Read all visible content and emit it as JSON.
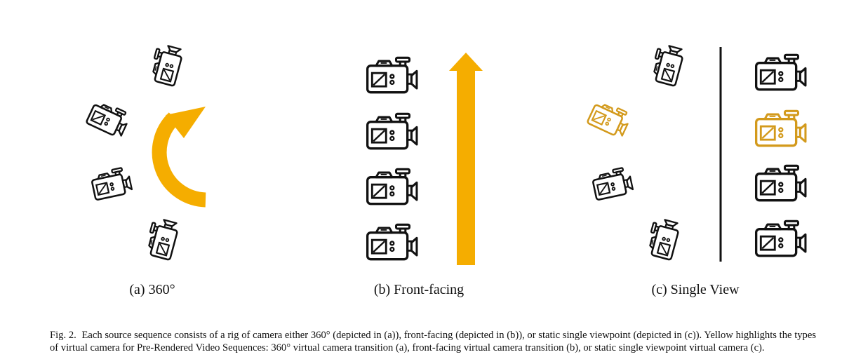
{
  "colors": {
    "highlight": "#F5AD00",
    "camera_highlight": "#D39A1C",
    "stroke": "#111111"
  },
  "icons": {
    "camera": "video-camera-icon",
    "arc_arrow": "curved-arrow-icon",
    "up_arrow": "up-arrow-icon"
  },
  "panels": [
    {
      "caption": "(a) 360°",
      "cameras": 4,
      "highlight": "curved arrow"
    },
    {
      "caption": "(b) Front-facing",
      "cameras": 4,
      "highlight": "straight arrow"
    },
    {
      "caption": "(c) Single View",
      "left_cameras": 4,
      "right_cameras": 4,
      "highlighted_camera_index": 1
    }
  ],
  "caption": {
    "label": "Fig. 2.",
    "text": "Each source sequence consists of a rig of camera either 360° (depicted in (a)), front-facing (depicted in (b)), or static single viewpoint (depicted in (c)). Yellow highlights the types of virtual camera for Pre-Rendered Video Sequences: 360° virtual camera transition (a), front-facing virtual camera transition (b), or static single viewpoint virtual camera (c)."
  }
}
